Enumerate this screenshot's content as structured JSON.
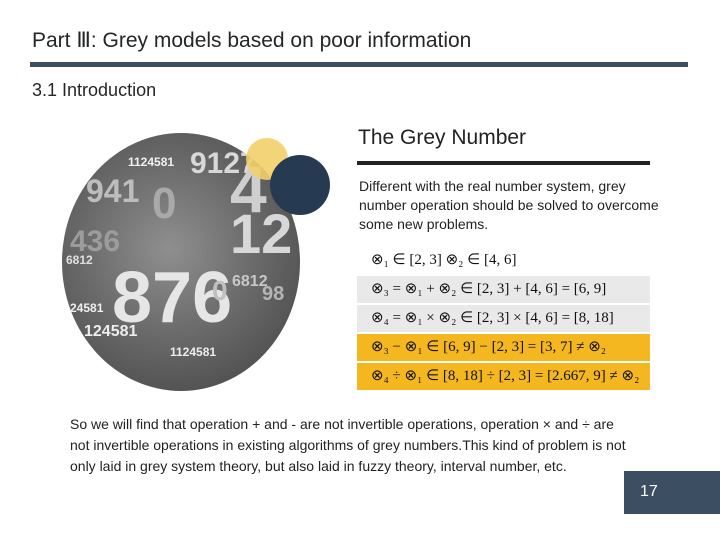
{
  "header": {
    "title": "Part Ⅲ: Grey models based on poor information",
    "section": "3.1 Introduction"
  },
  "panel": {
    "heading": "The Grey Number",
    "description": "Different with the real number system, grey number operation should be solved to overcome some new problems."
  },
  "operations": [
    {
      "text": "⊗₁ ∈ [2, 3]    ⊗₂ ∈ [4, 6]",
      "style": "plain"
    },
    {
      "text": "⊗₃ = ⊗₁ + ⊗₂ ∈ [2, 3] + [4, 6] = [6, 9]",
      "style": "grey"
    },
    {
      "text": "⊗₄ = ⊗₁ × ⊗₂ ∈ [2, 3] × [4, 6] = [8, 18]",
      "style": "grey"
    },
    {
      "text": "⊗₃ − ⊗₁ ∈ [6, 9] − [2, 3] = [3, 7] ≠ ⊗₂",
      "style": "gold"
    },
    {
      "text": "⊗₄ ÷ ⊗₁ ∈ [8, 18] ÷ [2, 3] = [2.667, 9] ≠ ⊗₂",
      "style": "gold"
    }
  ],
  "body": {
    "text": "So we will find that operation + and - are not invertible operations, operation × and ÷ are not invertible operations in existing algorithms of grey numbers.This kind of problem is not only laid in grey system theory, but also laid in fuzzy theory, interval number, etc."
  },
  "footer": {
    "page_number": "17"
  },
  "colors": {
    "accent_navy": "#3c4e62",
    "highlight_gold": "#f4b71f",
    "row_grey": "#e9e9e9",
    "dot_yellow": "#f3cf6a"
  },
  "decorative_digits": [
    "1124581",
    "9127",
    "4",
    "941",
    "0",
    "12",
    "436",
    "876",
    "24581",
    "124581",
    "1124581",
    "6812",
    "6812",
    "0",
    "98"
  ]
}
